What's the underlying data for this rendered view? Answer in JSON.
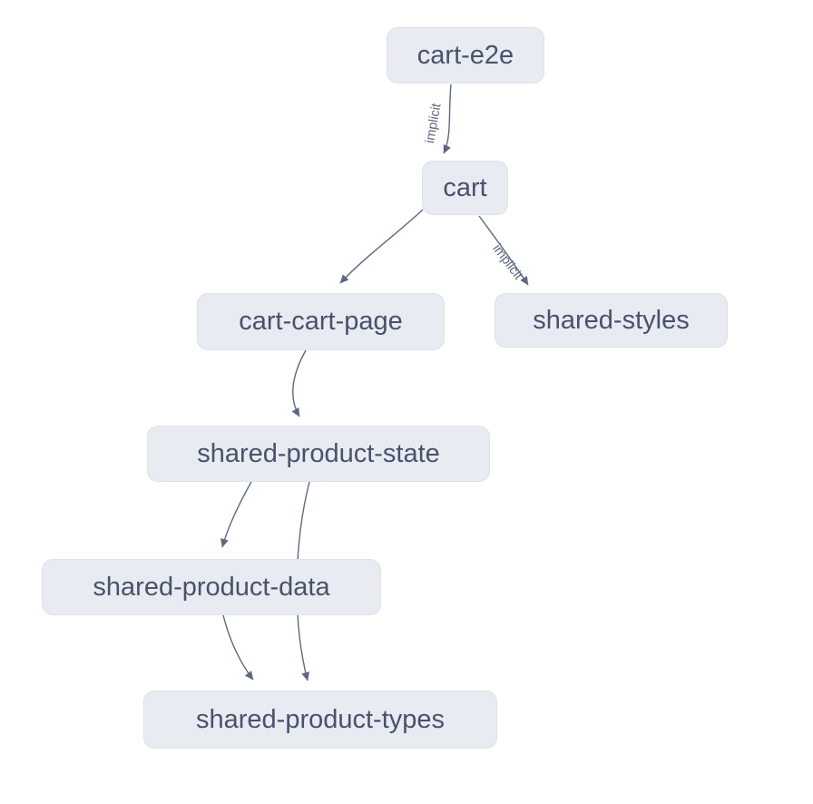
{
  "colors": {
    "canvas_bg": "#ffffff",
    "node_fill": "#e8ebf1",
    "node_border": "#dde2ea",
    "node_text": "#48526b",
    "edge": "#5d6880"
  },
  "graph": {
    "nodes": [
      {
        "id": "cart-e2e",
        "label": "cart-e2e"
      },
      {
        "id": "cart",
        "label": "cart"
      },
      {
        "id": "cart-cart-page",
        "label": "cart-cart-page"
      },
      {
        "id": "shared-styles",
        "label": "shared-styles"
      },
      {
        "id": "shared-product-state",
        "label": "shared-product-state"
      },
      {
        "id": "shared-product-data",
        "label": "shared-product-data"
      },
      {
        "id": "shared-product-types",
        "label": "shared-product-types"
      }
    ],
    "edges": [
      {
        "from": "cart-e2e",
        "to": "cart",
        "label": "implicit"
      },
      {
        "from": "cart",
        "to": "cart-cart-page",
        "label": ""
      },
      {
        "from": "cart",
        "to": "shared-styles",
        "label": "implicit"
      },
      {
        "from": "cart-cart-page",
        "to": "shared-product-state",
        "label": ""
      },
      {
        "from": "shared-product-state",
        "to": "shared-product-data",
        "label": ""
      },
      {
        "from": "shared-product-state",
        "to": "shared-product-types",
        "label": ""
      },
      {
        "from": "shared-product-data",
        "to": "shared-product-types",
        "label": ""
      }
    ]
  }
}
